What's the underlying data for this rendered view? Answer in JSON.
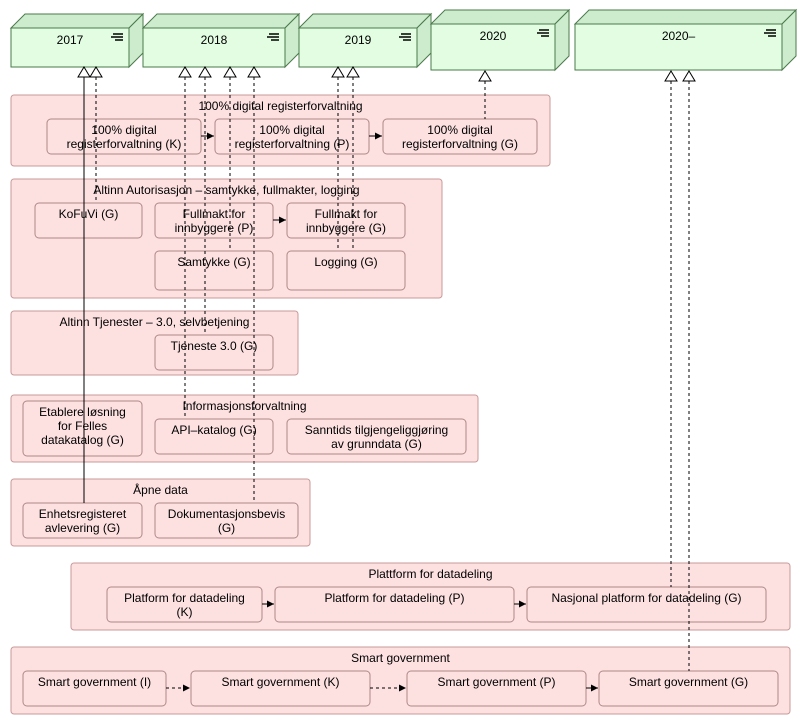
{
  "plateaus": [
    {
      "id": "p2017",
      "label": "2017"
    },
    {
      "id": "p2018",
      "label": "2018"
    },
    {
      "id": "p2019",
      "label": "2019"
    },
    {
      "id": "p2020",
      "label": "2020"
    },
    {
      "id": "p2020plus",
      "label": "2020–"
    }
  ],
  "groups": [
    {
      "id": "g1",
      "label": "100% digital registerforvaltning"
    },
    {
      "id": "g2",
      "label": "Altinn Autorisasjon – samtykke, fullmakter, logging"
    },
    {
      "id": "g3",
      "label": "Altinn Tjenester – 3.0, selvbetjening"
    },
    {
      "id": "g4",
      "label": "Informasjonsforvaltning"
    },
    {
      "id": "g5",
      "label": "Åpne data"
    },
    {
      "id": "g6",
      "label": "Plattform for datadeling"
    },
    {
      "id": "g7",
      "label": "Smart government"
    }
  ],
  "items": [
    {
      "id": "dr_k",
      "lines": [
        "100% digital",
        "registerforvaltning (K)"
      ]
    },
    {
      "id": "dr_p",
      "lines": [
        "100% digital",
        "registerforvaltning (P)"
      ]
    },
    {
      "id": "dr_g",
      "lines": [
        "100% digital",
        "registerforvaltning (G)"
      ]
    },
    {
      "id": "kofuvi",
      "lines": [
        "KoFuVi (G)"
      ]
    },
    {
      "id": "fm_p",
      "lines": [
        "Fullmakt for",
        "innbyggere (P)"
      ]
    },
    {
      "id": "fm_g",
      "lines": [
        "Fullmakt for",
        "innbyggere (G)"
      ]
    },
    {
      "id": "samtykke",
      "lines": [
        "Samtykke (G)"
      ]
    },
    {
      "id": "logging",
      "lines": [
        "Logging (G)"
      ]
    },
    {
      "id": "tj30",
      "lines": [
        "Tjeneste 3.0 (G)"
      ]
    },
    {
      "id": "felles",
      "lines": [
        "Etablere løsning",
        "for Felles",
        "datakatalog (G)"
      ]
    },
    {
      "id": "api",
      "lines": [
        "API–katalog (G)"
      ]
    },
    {
      "id": "sanntid",
      "lines": [
        "Sanntids tilgjengeliggjøring",
        "av grunndata (G)"
      ]
    },
    {
      "id": "enhet",
      "lines": [
        "Enhetsregisteret",
        "avlevering (G)"
      ]
    },
    {
      "id": "dokbev",
      "lines": [
        "Dokumentasjonsbevis",
        "(G)"
      ]
    },
    {
      "id": "pd_k",
      "lines": [
        "Platform for datadeling",
        "(K)"
      ]
    },
    {
      "id": "pd_p",
      "lines": [
        "Platform for datadeling (P)"
      ]
    },
    {
      "id": "pd_g",
      "lines": [
        "Nasjonal platform for datadeling (G)"
      ]
    },
    {
      "id": "sg_i",
      "lines": [
        "Smart government (I)"
      ]
    },
    {
      "id": "sg_k",
      "lines": [
        "Smart government (K)"
      ]
    },
    {
      "id": "sg_p",
      "lines": [
        "Smart government (P)"
      ]
    },
    {
      "id": "sg_g",
      "lines": [
        "Smart government (G)"
      ]
    }
  ]
}
